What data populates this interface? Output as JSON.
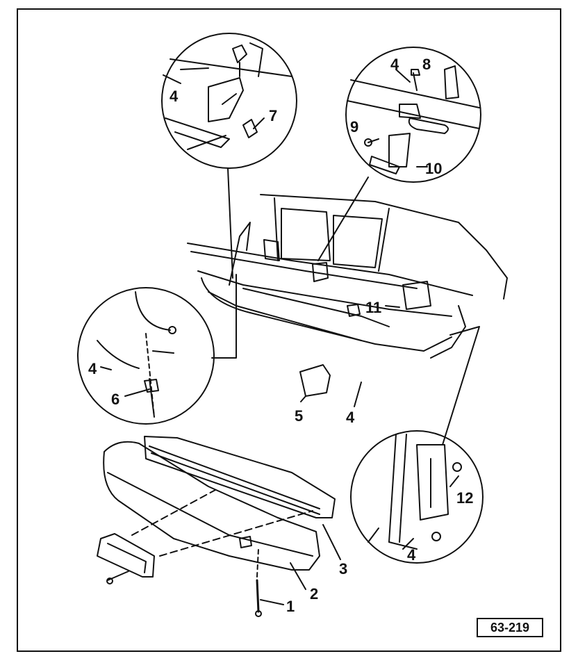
{
  "figure_ref": "63-219",
  "callouts": {
    "c1": "1",
    "c2": "2",
    "c3": "3",
    "c4a": "4",
    "c4b": "4",
    "c4c": "4",
    "c4d": "4",
    "c4e": "4",
    "c5": "5",
    "c6": "6",
    "c7": "7",
    "c8": "8",
    "c9": "9",
    "c10": "10",
    "c11": "11",
    "c12": "12"
  },
  "colors": {
    "ink": "#111111",
    "paper": "#ffffff"
  }
}
